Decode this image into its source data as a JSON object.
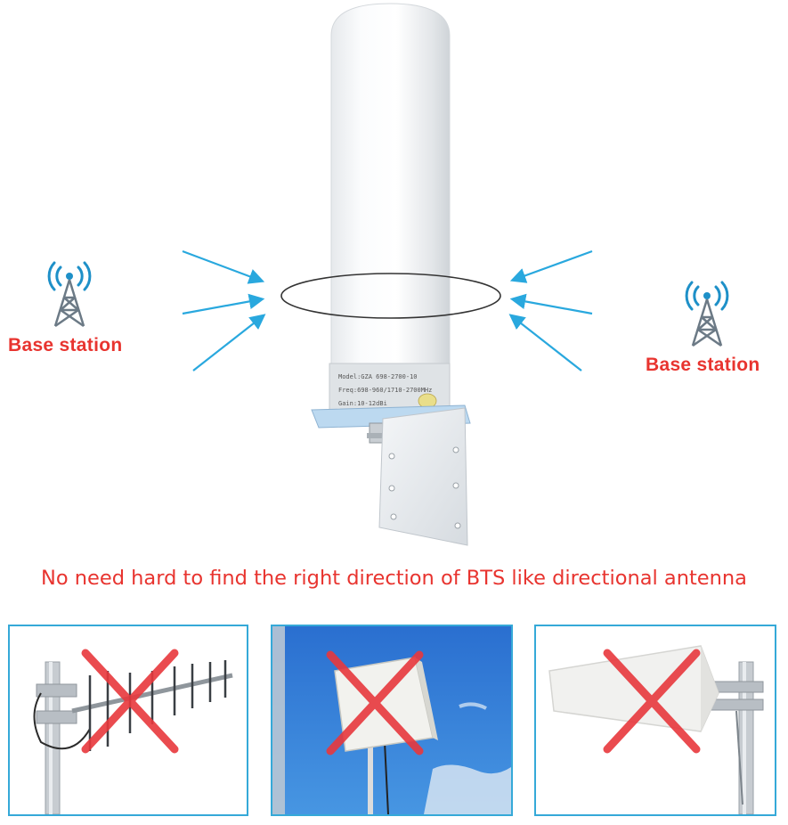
{
  "left_station": {
    "label": "Base station",
    "icon": "cell-tower-icon"
  },
  "right_station": {
    "label": "Base station",
    "icon": "cell-tower-icon"
  },
  "caption": "No need hard to find the right direction of BTS like directional antenna",
  "antenna_label": {
    "line1": "Model:GZA 698-2700-10",
    "line2": "Freq:698-960/1710-2700MHz",
    "line3": "Gain:10-12dBi"
  },
  "colors": {
    "accent_red": "#e8342f",
    "arrow_blue": "#29a8de",
    "panel_border": "#35a9d8",
    "sky_blue": "#2a79d4"
  },
  "panels": [
    {
      "name": "yagi-antenna",
      "crossed": true
    },
    {
      "name": "panel-antenna",
      "crossed": true
    },
    {
      "name": "log-periodic-antenna",
      "crossed": true
    }
  ]
}
